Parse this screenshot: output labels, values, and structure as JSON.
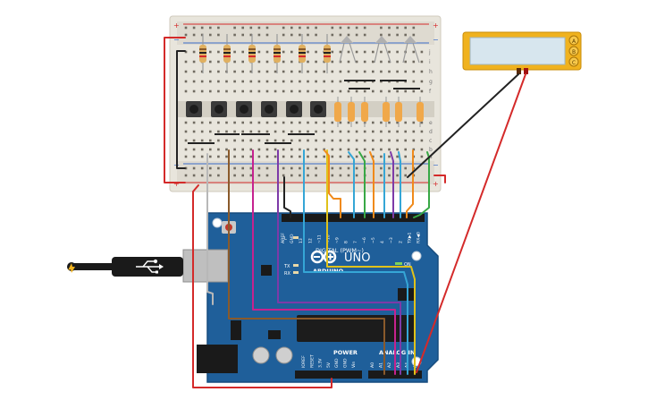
{
  "colors": {
    "breadboard": "#e8e5dc",
    "board": "#1f5f9a",
    "board_edge": "#174c7e",
    "wire_red": "#d42a2a",
    "wire_black": "#222222",
    "wire_magenta": "#c6228f",
    "wire_purple": "#7d3aa8",
    "wire_orange": "#f08a1a",
    "wire_green": "#38a845",
    "wire_cyan": "#35a6d6",
    "wire_yellow": "#e0c21a",
    "wire_brown": "#8a5a2b",
    "wire_gray": "#b8b8b8",
    "lcd": "#f0b21e",
    "lcd_screen": "#d7e6ee"
  },
  "breadboard": {
    "row_labels": [
      "j",
      "i",
      "h",
      "g",
      "f",
      "e",
      "d",
      "c",
      "b",
      "a"
    ],
    "rail_plus": "+",
    "rail_minus": "−"
  },
  "arduino": {
    "brand_name": "ARDUINO",
    "model_name": "UNO",
    "digital_label": "DIGITAL (PWM~)",
    "analog_label": "ANALOG IN",
    "power_label": "POWER",
    "on_label": "ON",
    "tx_label": "TX",
    "rx_label": "RX",
    "l_label": "L",
    "digital_pins": [
      "AREF",
      "GND",
      "13",
      "12",
      "~11",
      "~10",
      "~9",
      "8",
      "7",
      "~6",
      "~5",
      "4",
      "~3",
      "2",
      "TX▶1",
      "RX◀0"
    ],
    "power_pins": [
      "IOREF",
      "RESET",
      "3.3V",
      "5V",
      "GND",
      "GND",
      "Vin"
    ],
    "analog_pins": [
      "A0",
      "A1",
      "A2",
      "A3",
      "A4",
      "A5"
    ]
  },
  "lcd": {
    "buttons": [
      "A",
      "B",
      "C"
    ]
  },
  "icons": {
    "usb": "usb-icon",
    "arduino_logo": "infinity-logo-icon"
  }
}
